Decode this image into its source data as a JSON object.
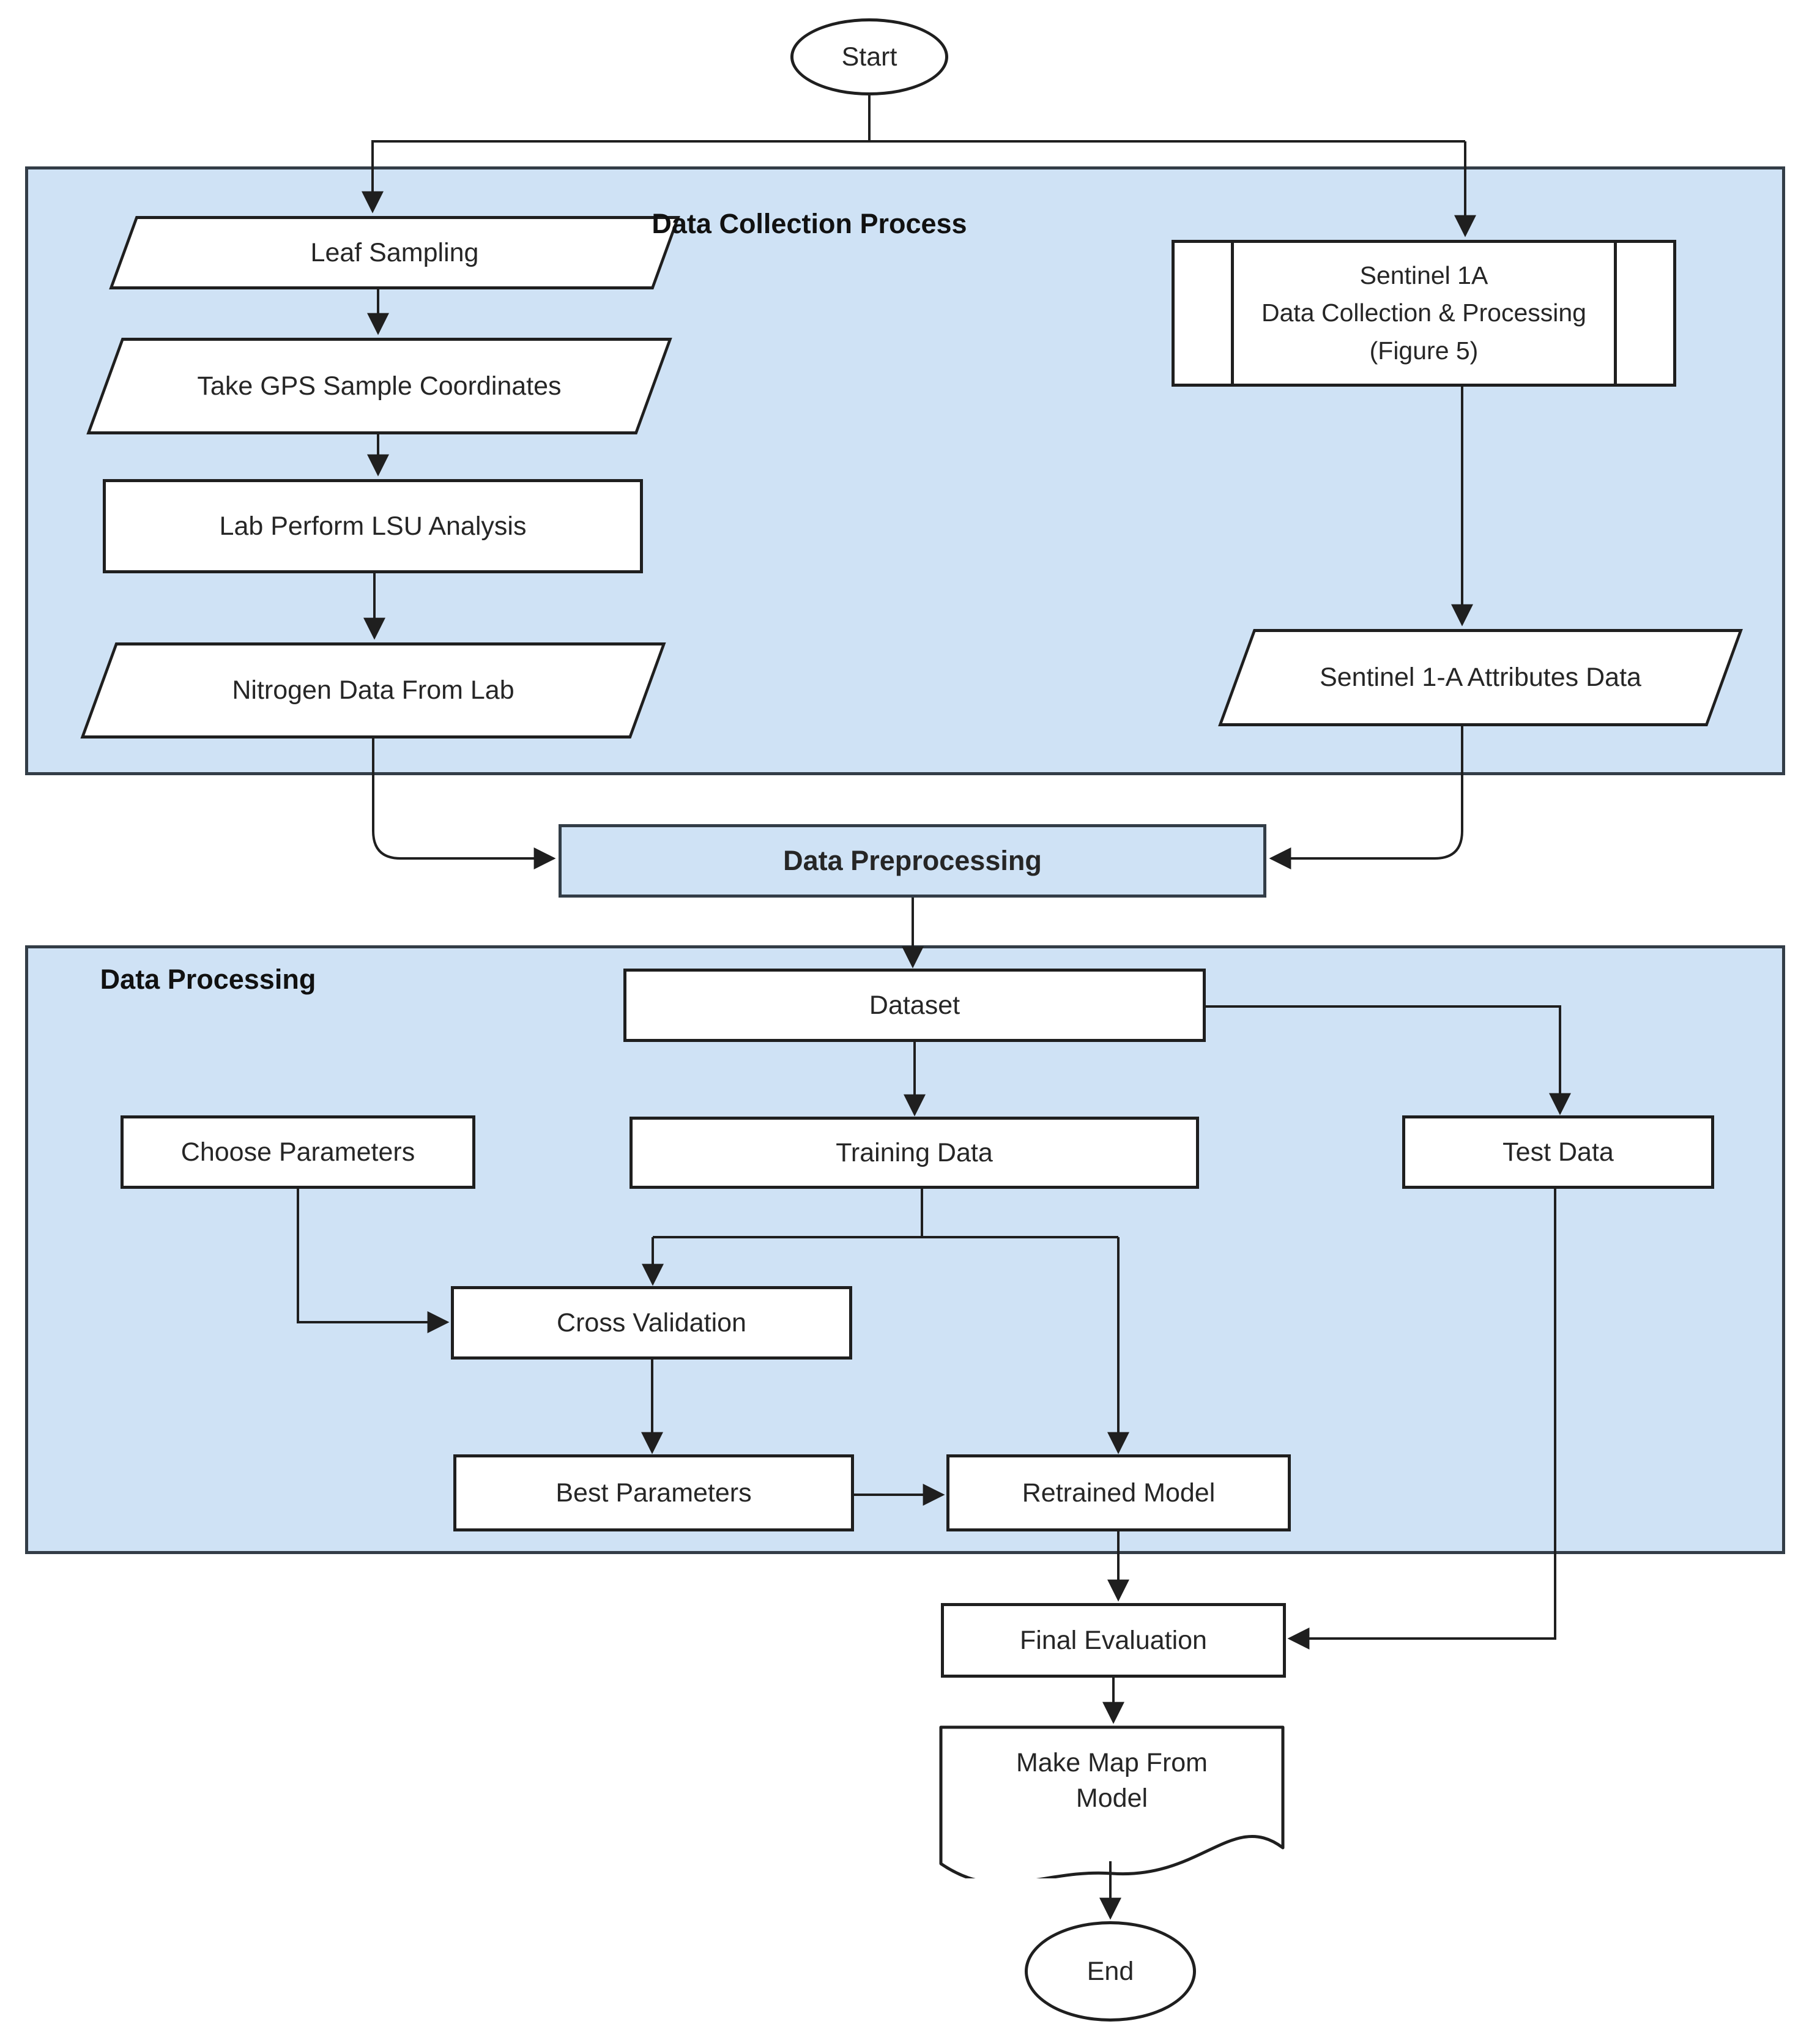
{
  "flowchart": {
    "start": {
      "label": "Start"
    },
    "end": {
      "label": "End"
    },
    "collection_section": {
      "title": "Data Collection Process",
      "nodes": {
        "leaf_sampling": "Leaf Sampling",
        "gps": "Take GPS Sample Coordinates",
        "lsu": "Lab Perform LSU Analysis",
        "nitrogen": "Nitrogen Data From Lab",
        "sentinel": "Sentinel 1A\nData Collection & Processing\n(Figure 5)",
        "attributes": "Sentinel 1-A Attributes Data"
      }
    },
    "preprocessing": {
      "label": "Data Preprocessing"
    },
    "processing_section": {
      "title": "Data Processing",
      "nodes": {
        "dataset": "Dataset",
        "training": "Training Data",
        "test": "Test Data",
        "choose_parameters": "Choose Parameters",
        "cross_validation": "Cross Validation",
        "best_parameters": "Best Parameters",
        "retrained_model": "Retrained Model"
      }
    },
    "final_nodes": {
      "final_evaluation": "Final Evaluation",
      "make_map": "Make Map From\nModel"
    },
    "colors": {
      "region_fill": "#cfe2f5",
      "region_border": "#333d47",
      "shape_border": "#1f1f1f",
      "connector": "#1f1f1f",
      "text": "#262626"
    }
  }
}
